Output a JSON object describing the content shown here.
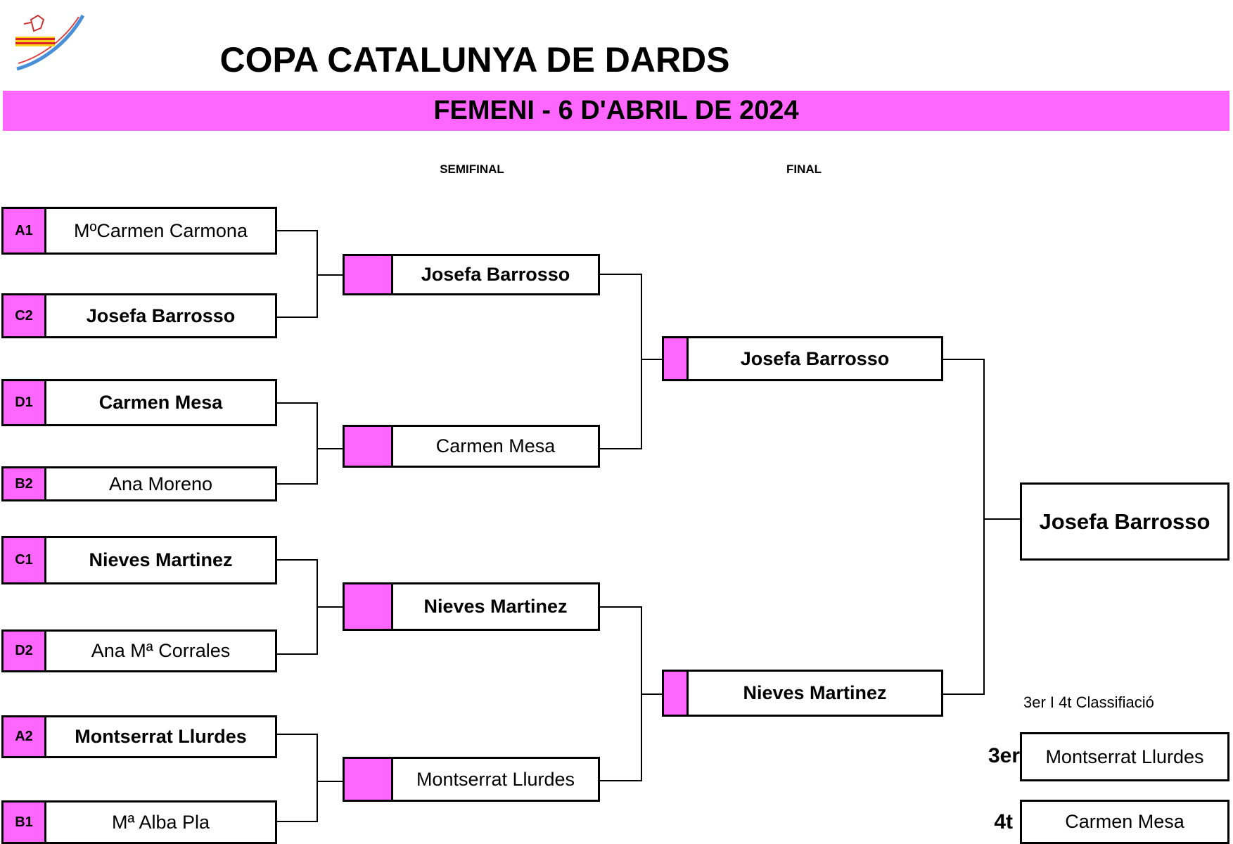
{
  "title": "COPA CATALUNYA DE DARDS",
  "subtitle": "FEMENI - 6 D'ABRIL DE 2024",
  "rounds": {
    "semifinal": "SEMIFINAL",
    "final": "FINAL"
  },
  "first_round": [
    {
      "seed": "A1",
      "name": "MºCarmen Carmona"
    },
    {
      "seed": "C2",
      "name": "Josefa Barrosso"
    },
    {
      "seed": "D1",
      "name": "Carmen Mesa"
    },
    {
      "seed": "B2",
      "name": "Ana Moreno"
    },
    {
      "seed": "C1",
      "name": "Nieves Martinez"
    },
    {
      "seed": "D2",
      "name": "Ana Mª Corrales"
    },
    {
      "seed": "A2",
      "name": "Montserrat Llurdes"
    },
    {
      "seed": "B1",
      "name": "Mª Alba Pla"
    }
  ],
  "semifinal": [
    {
      "name": "Josefa Barrosso"
    },
    {
      "name": "Carmen Mesa"
    },
    {
      "name": "Nieves Martinez"
    },
    {
      "name": "Montserrat Llurdes"
    }
  ],
  "final": [
    {
      "name": "Josefa Barrosso"
    },
    {
      "name": "Nieves Martinez"
    }
  ],
  "champion": {
    "name": "Josefa Barrosso"
  },
  "classification": {
    "label": "3er I 4t Classifiació",
    "third_label": "3er",
    "third_name": "Montserrat Llurdes",
    "fourth_label": "4t",
    "fourth_name": "Carmen Mesa"
  },
  "colors": {
    "accent": "#ff66ff"
  },
  "icons": {
    "logo": "federation-logo-icon"
  }
}
